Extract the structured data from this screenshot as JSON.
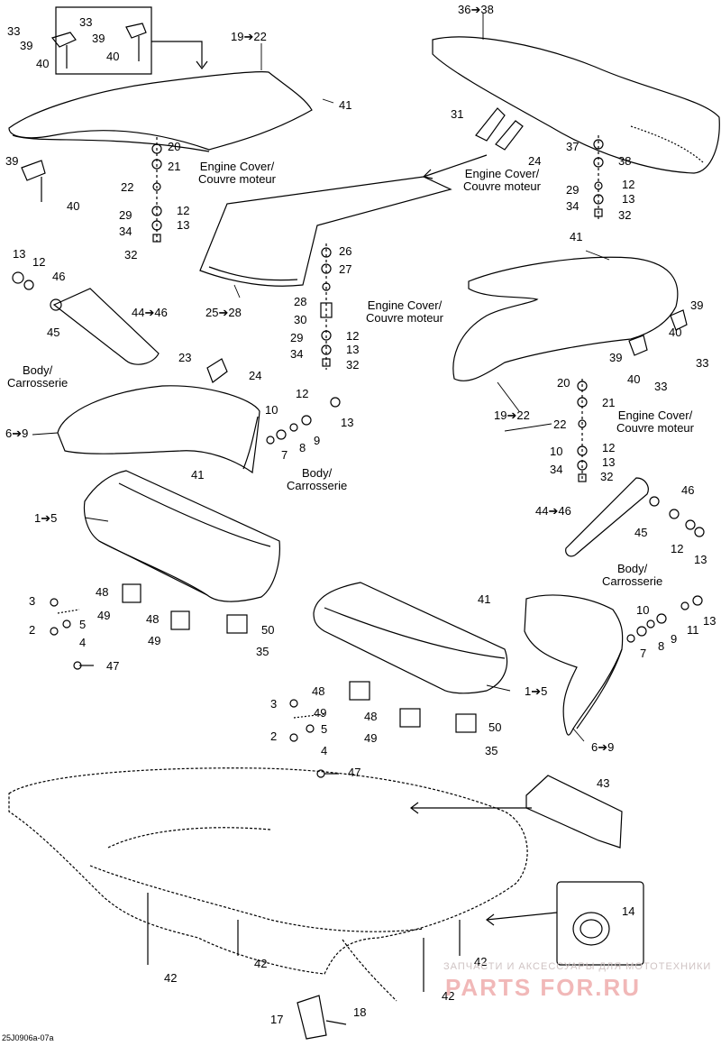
{
  "labels": {
    "l33a": "33",
    "l39a": "39",
    "l40a": "40",
    "l33b": "33",
    "l39b": "39",
    "l40b": "40",
    "l19a": "19➔22",
    "l41a": "41",
    "l20a": "20",
    "l21a": "21",
    "l22a": "22",
    "l12a": "12",
    "l13a": "13",
    "l29a": "29",
    "l34a": "34",
    "l32a": "32",
    "l39c": "39",
    "l40c": "40",
    "l25": "25➔28",
    "l26": "26",
    "l27": "27",
    "l28": "28",
    "l30": "30",
    "l12b": "12",
    "l13b": "13",
    "l29b": "29",
    "l34b": "34",
    "l32b": "32",
    "l13c": "13",
    "l12c": "12",
    "l46a": "46",
    "l45a": "45",
    "l44a": "44➔46",
    "l23": "23",
    "l24a": "24",
    "l6a": "6➔9",
    "l41b": "41",
    "l10a": "10",
    "l12d": "12",
    "l13d": "13",
    "l9a": "9",
    "l8a": "8",
    "l7a": "7",
    "l36": "36➔38",
    "l31": "31",
    "l24b": "24",
    "l37": "37",
    "l38": "38",
    "l12e": "12",
    "l13e": "13",
    "l29c": "29",
    "l34c": "34",
    "l32c": "32",
    "l41c": "41",
    "l39d": "39",
    "l40d": "40",
    "l33c": "33",
    "l39e": "39",
    "l40e": "40",
    "l33d": "33",
    "l19b": "19➔22",
    "l20b": "20",
    "l21b": "21",
    "l22b": "22",
    "l10b": "10",
    "l12f": "12",
    "l13f": "13",
    "l34d": "34",
    "l32d": "32",
    "l44b": "44➔46",
    "l46b": "46",
    "l45b": "45",
    "l12g": "12",
    "l13g": "13",
    "l1a": "1➔5",
    "l3a": "3",
    "l2a": "2",
    "l5a": "5",
    "l4a": "4",
    "l47a": "47",
    "l48a": "48",
    "l49a": "49",
    "l48b": "48",
    "l49b": "49",
    "l50a": "50",
    "l35a": "35",
    "l41d": "41",
    "l10c": "10",
    "l11": "11",
    "l13h": "13",
    "l9b": "9",
    "l8b": "8",
    "l7b": "7",
    "l6b": "6➔9",
    "l1b": "1➔5",
    "l48c": "48",
    "l49c": "49",
    "l48d": "48",
    "l49d": "49",
    "l50b": "50",
    "l35b": "35",
    "l3b": "3",
    "l5b": "5",
    "l2b": "2",
    "l4b": "4",
    "l47b": "47",
    "l43": "43",
    "l14": "14",
    "l42a": "42",
    "l42b": "42",
    "l42c": "42",
    "l42d": "42",
    "l17": "17",
    "l18": "18"
  },
  "texts": {
    "ec1": "Engine Cover/\nCouvre moteur",
    "ec2": "Engine Cover/\nCouvre moteur",
    "ec3": "Engine Cover/\nCouvre moteur",
    "ec4": "Engine Cover/\nCouvre moteur",
    "body1": "Body/\nCarrosserie",
    "body2": "Body/\nCarrosserie",
    "body3": "Body/\nCarrosserie"
  },
  "watermark": {
    "top": "ЗАПЧАСТИ И АКСЕССУАРЫ ДЛЯ МОТОТЕХНИКИ",
    "brand": "PARTS FOR.RU"
  },
  "doc_id": "25J0906a-07a"
}
